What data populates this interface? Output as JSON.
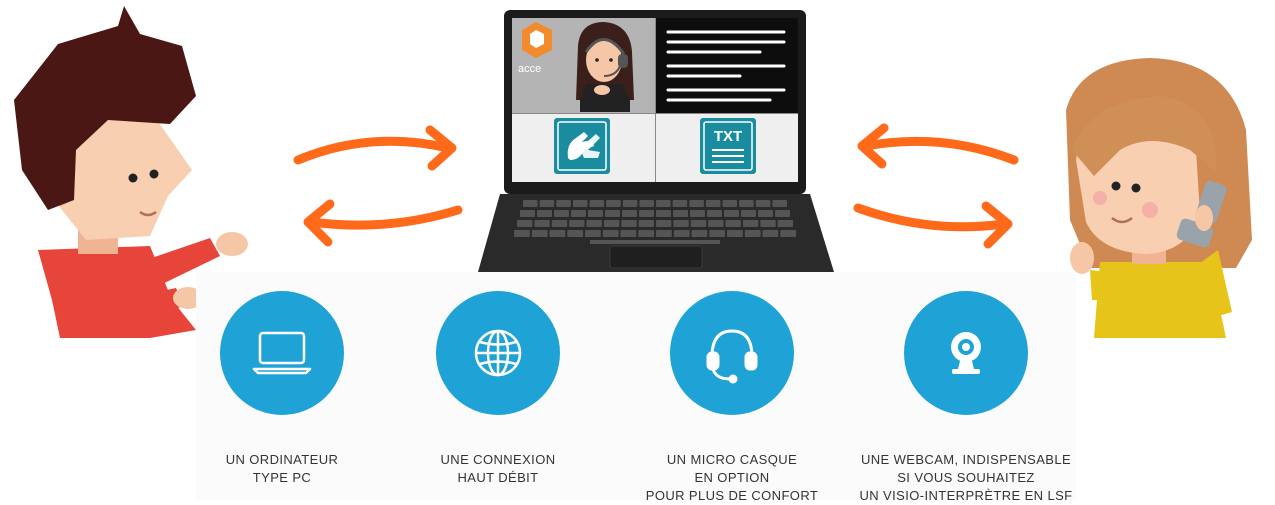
{
  "laptop": {
    "logo_text": "acce",
    "txt_badge": "TXT"
  },
  "requirements": [
    {
      "icon": "laptop-icon",
      "lines": [
        "UN ORDINATEUR",
        "TYPE PC"
      ]
    },
    {
      "icon": "globe-icon",
      "lines": [
        "UNE CONNEXION",
        "HAUT DÉBIT"
      ]
    },
    {
      "icon": "headset-icon",
      "lines": [
        "UN MICRO CASQUE",
        "EN OPTION",
        "POUR PLUS DE CONFORT"
      ]
    },
    {
      "icon": "webcam-icon",
      "lines": [
        "UNE WEBCAM, INDISPENSABLE",
        "SI VOUS SOUHAITEZ",
        "UN VISIO-INTERPRÈTRE EN LSF"
      ]
    }
  ],
  "colors": {
    "accent_blue": "#1fa3d6",
    "arrow_orange": "#ff6a1a",
    "text": "#333333"
  }
}
